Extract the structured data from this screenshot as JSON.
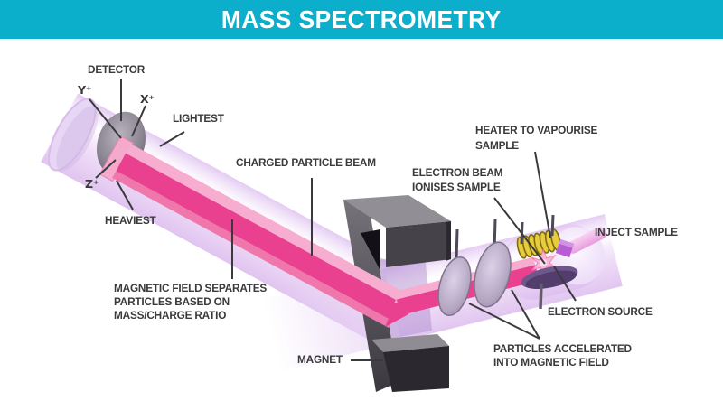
{
  "header": {
    "title": "MASS SPECTROMETRY",
    "bg_color": "#0BAECB",
    "text_color": "#FFFFFF"
  },
  "colors": {
    "label_text": "#3A3A3C",
    "beam_pink_core": "#E94190",
    "beam_pink_light": "#F7ADD0",
    "tube_lavender": "#E9D5F6",
    "magnet_dark_gray": "#454249",
    "magnet_light_gray": "#918F95",
    "detector_gray": "#6B6472",
    "heater_coil_yellow": "#E8CC3D",
    "inlet_pink": "#F0AEE5",
    "sample_cube_purple": "#B85ED5",
    "electron_source_purple": "#6E588B"
  },
  "labels": {
    "detector": "DETECTOR",
    "y_ion": "Y⁺",
    "x_ion": "X⁺",
    "z_ion": "Z⁺",
    "lightest": "LIGHTEST",
    "heaviest": "HEAVIEST",
    "charged_particle_beam": "CHARGED PARTICLE BEAM",
    "magnetic_field_line1": "MAGNETIC FIELD SEPARATES",
    "magnetic_field_line2": "PARTICLES BASED ON",
    "magnetic_field_line3": "MASS/CHARGE RATIO",
    "magnet": "MAGNET",
    "electron_beam_line1": "ELECTRON BEAM",
    "electron_beam_line2": "IONISES SAMPLE",
    "heater_line1": "HEATER TO VAPOURISE",
    "heater_line2": "SAMPLE",
    "inject_sample": "INJECT SAMPLE",
    "electron_source": "ELECTRON SOURCE",
    "particles_line1": "PARTICLES ACCELERATED",
    "particles_line2": "INTO MAGNETIC FIELD"
  }
}
